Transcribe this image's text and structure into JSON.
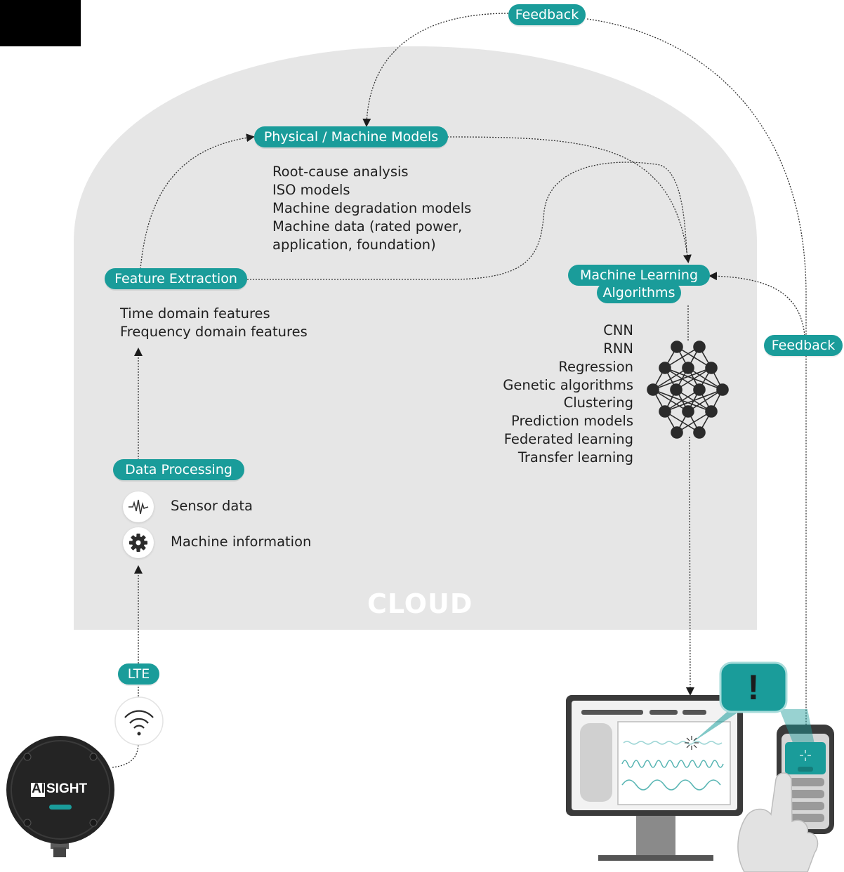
{
  "cloud_label": "CLOUD",
  "nodes": {
    "feedback_top": "Feedback",
    "feedback_right": "Feedback",
    "physical_models": "Physical / Machine Models",
    "feature_extraction": "Feature Extraction",
    "ml_line1": "Machine Learning",
    "ml_line2": "Algorithms",
    "data_processing": "Data Processing",
    "lte": "LTE"
  },
  "physical_items": [
    "Root-cause analysis",
    "ISO models",
    "Machine degradation models",
    "Machine data (rated power,",
    "application, foundation)"
  ],
  "feature_items": [
    "Time domain features",
    "Frequency domain features"
  ],
  "ml_items": [
    "CNN",
    "RNN",
    "Regression",
    "Genetic algorithms",
    "Clustering",
    "Prediction models",
    "Federated learning",
    "Transfer learning"
  ],
  "data_items": [
    {
      "label": "Sensor data",
      "icon": "waveform-icon"
    },
    {
      "label": "Machine information",
      "icon": "gear-icon"
    }
  ],
  "device": {
    "brand_ai": "AI",
    "brand_sight": "SIGHT"
  },
  "alert_symbol": "!",
  "colors": {
    "teal": "#1a9c9a",
    "cloud": "#e6e6e6",
    "dark": "#2b2b2b"
  }
}
